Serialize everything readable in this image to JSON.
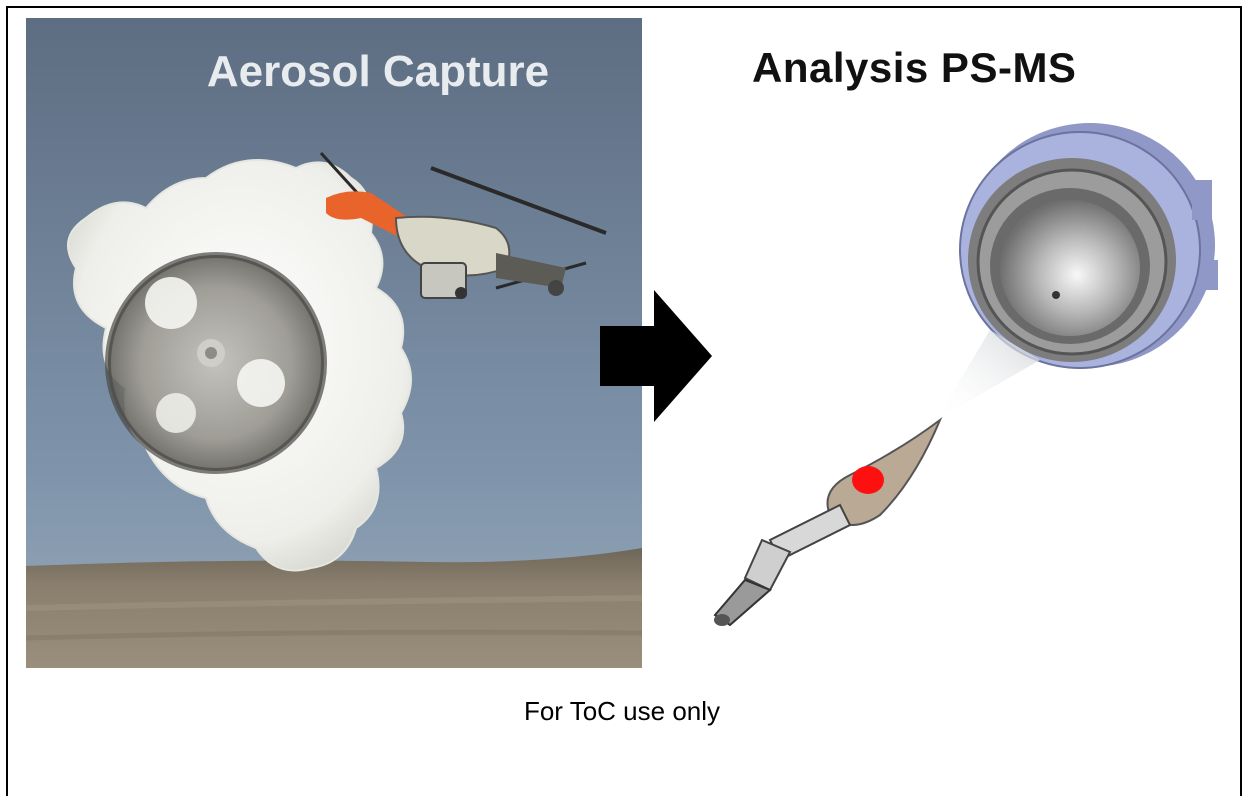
{
  "figure": {
    "left_title": "Aerosol Capture",
    "right_title": "Analysis PS-MS",
    "caption": "For ToC use only"
  },
  "colors": {
    "sky_top": "#5f6f83",
    "sky_bottom": "#8a9fb5",
    "ground": "#8a7e6c",
    "cloud": "#f2f2ef",
    "drone_orange": "#e8642a",
    "spot_red": "#ff1010",
    "disc_blue": "#a9b3de"
  },
  "icons": {
    "drone": "drone-icon",
    "arrow": "right-arrow-icon",
    "inlet": "ms-inlet-icon",
    "probe": "paper-spray-probe-icon"
  }
}
